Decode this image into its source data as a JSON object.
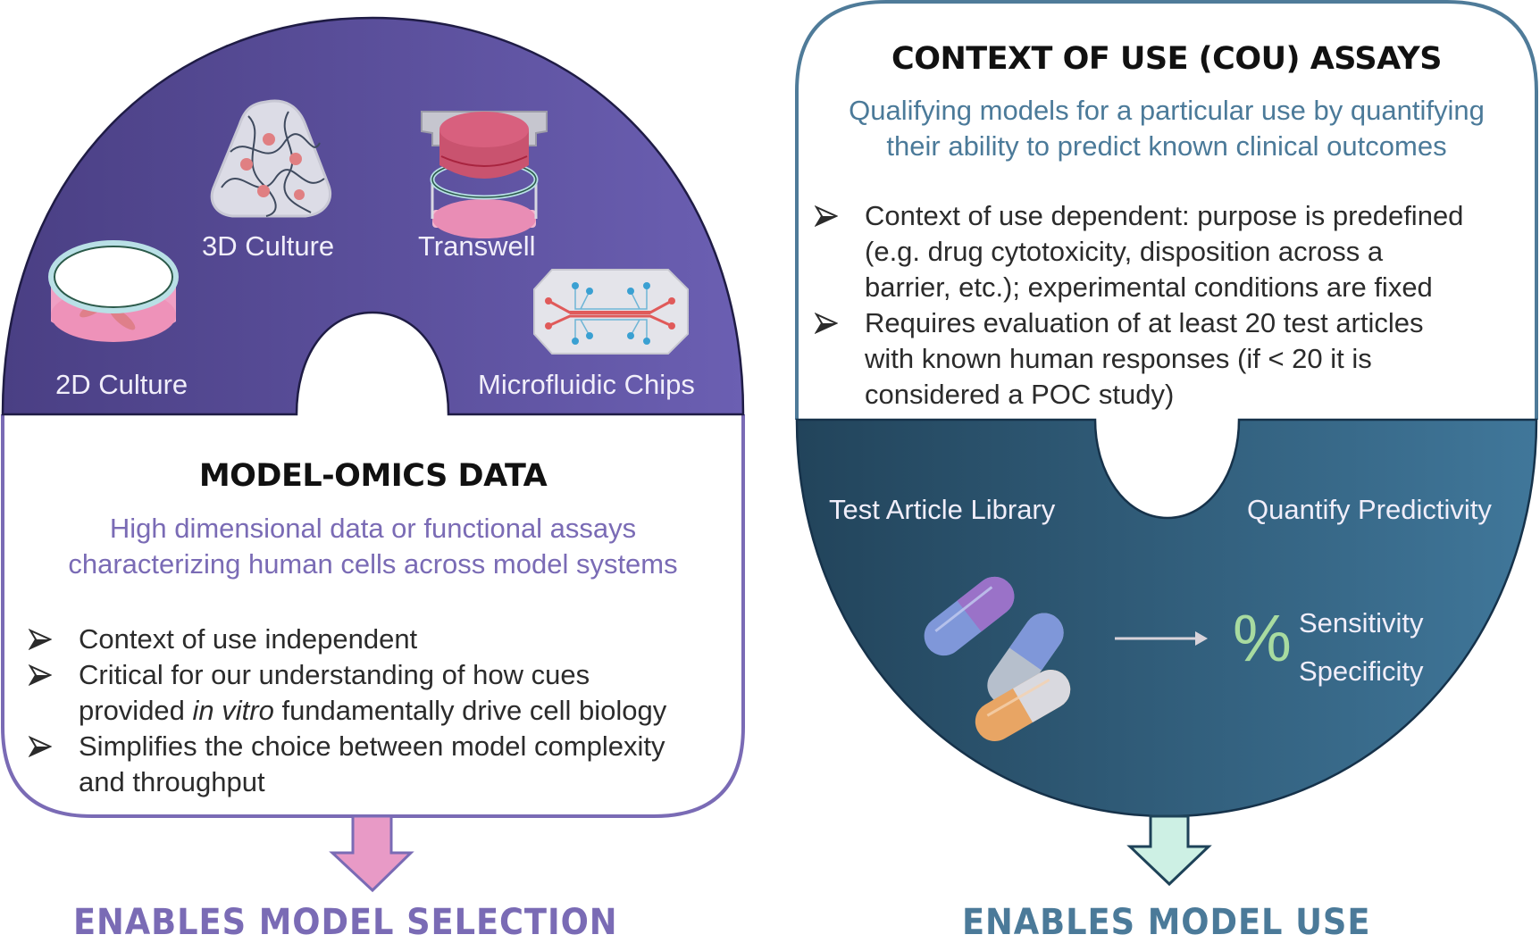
{
  "left_panel": {
    "models": [
      {
        "label": "3D Culture",
        "icon": "hydrogel-3d-culture-icon"
      },
      {
        "label": "Transwell",
        "icon": "transwell-insert-icon"
      },
      {
        "label": "2D Culture",
        "icon": "petri-dish-icon"
      },
      {
        "label": "Microfluidic Chips",
        "icon": "microfluidic-chip-icon"
      }
    ],
    "title": "MODEL-OMICS DATA",
    "subtitle_lines": [
      "High dimensional data or functional assays",
      "characterizing human cells across model systems"
    ],
    "bullets": [
      {
        "lines": [
          "Context of use independent"
        ]
      },
      {
        "line1": "Critical for our understanding of how cues",
        "pre": "provided ",
        "italic": "in vitro",
        "post": " fundamentally drive cell biology"
      },
      {
        "lines": [
          "Simplifies the choice between model complexity",
          "and throughput"
        ]
      }
    ],
    "outcome": "ENABLES MODEL SELECTION",
    "colors": {
      "purple_dark": "#4a3f84",
      "purple_light": "#6b5fb2",
      "subtitle": "#7a6bb5",
      "arrow_fill": "#e89ac6"
    }
  },
  "right_panel": {
    "title": "CONTEXT OF USE (COU) ASSAYS",
    "subtitle_lines": [
      "Qualifying models for a particular use by quantifying",
      "their ability to predict known clinical outcomes"
    ],
    "bullets": [
      {
        "lines": [
          "Context of use dependent: purpose is predefined",
          "(e.g. drug cytotoxicity, disposition across a",
          "barrier, etc.); experimental conditions are fixed"
        ]
      },
      {
        "lines": [
          "Requires evaluation of at least 20 test articles",
          "with known human responses (if < 20 it is",
          "considered a POC study)"
        ]
      }
    ],
    "library_label": "Test  Article Library",
    "predictivity_label": "Quantify Predictivity",
    "percent_symbol": "%",
    "metrics": [
      "Sensitivity",
      "Specificity"
    ],
    "outcome": "ENABLES MODEL USE",
    "colors": {
      "teal_dark": "#22445b",
      "teal_light": "#3f7596",
      "subtitle": "#4b7a99",
      "percent": "#a8dba0",
      "arrow_fill": "#cdf0e4"
    }
  }
}
